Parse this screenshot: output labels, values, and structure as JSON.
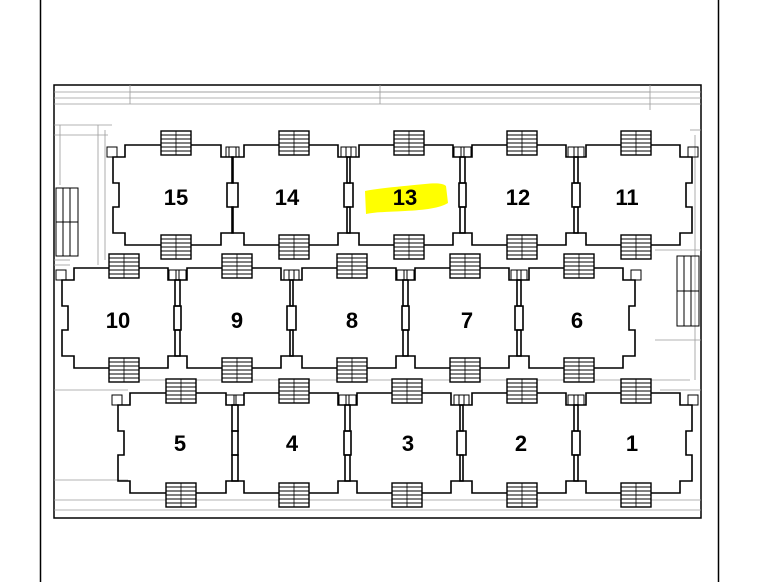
{
  "plan": {
    "units": [
      {
        "label": "15",
        "highlighted": false
      },
      {
        "label": "14",
        "highlighted": false
      },
      {
        "label": "13",
        "highlighted": true
      },
      {
        "label": "12",
        "highlighted": false
      },
      {
        "label": "11",
        "highlighted": false
      },
      {
        "label": "10",
        "highlighted": false
      },
      {
        "label": "9",
        "highlighted": false
      },
      {
        "label": "8",
        "highlighted": false
      },
      {
        "label": "7",
        "highlighted": false
      },
      {
        "label": "6",
        "highlighted": false
      },
      {
        "label": "5",
        "highlighted": false
      },
      {
        "label": "4",
        "highlighted": false
      },
      {
        "label": "3",
        "highlighted": false
      },
      {
        "label": "2",
        "highlighted": false
      },
      {
        "label": "1",
        "highlighted": false
      }
    ]
  },
  "colors": {
    "line": "#000000",
    "faint_line": "#9a9a9a",
    "highlight": "#ffff00",
    "background": "#ffffff"
  }
}
